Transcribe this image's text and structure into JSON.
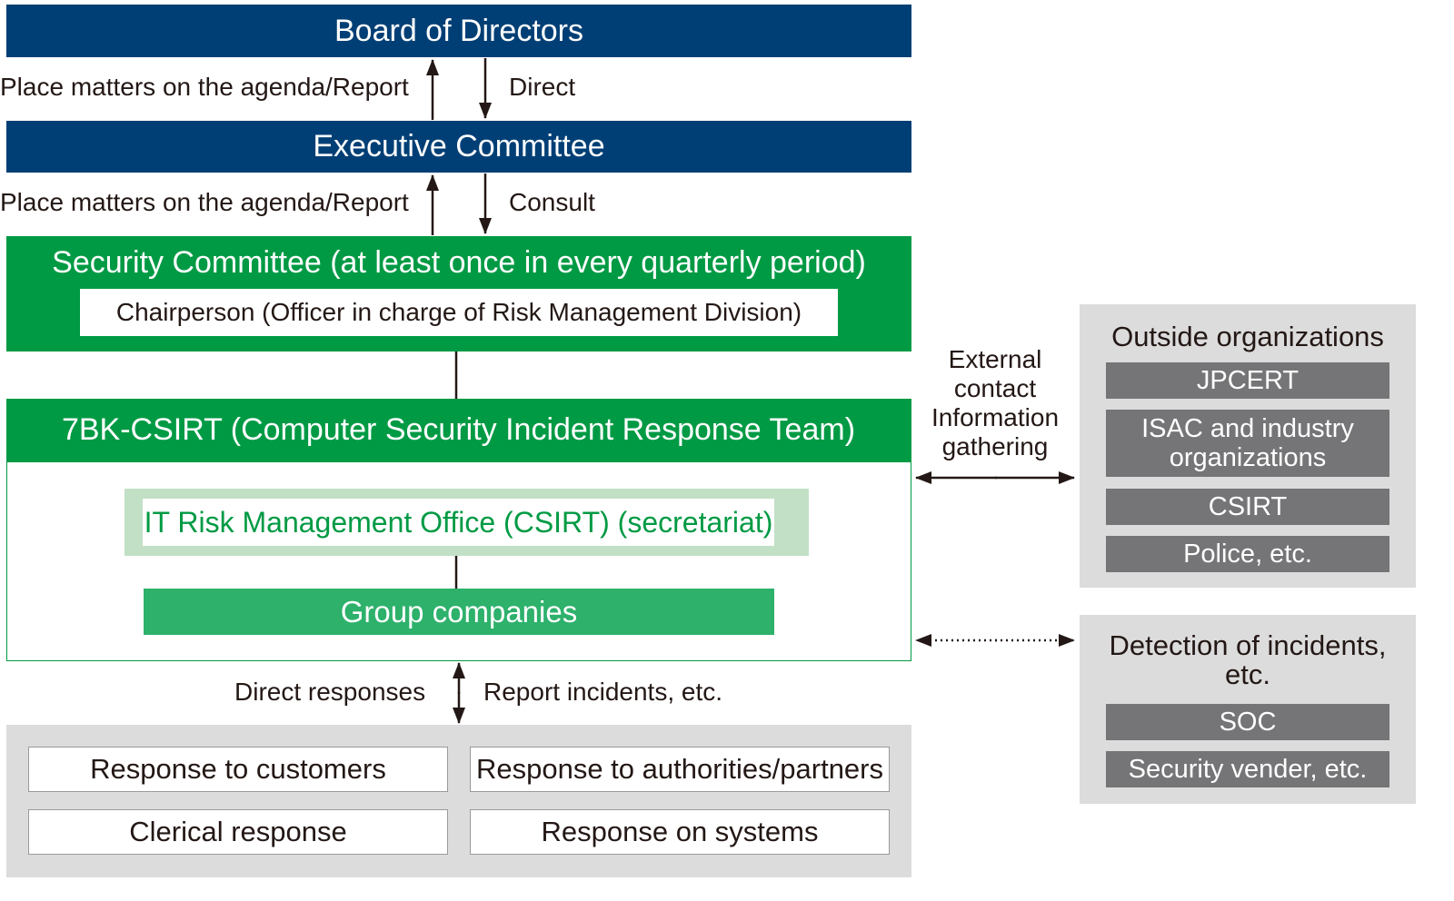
{
  "board": "Board of Directors",
  "board_up_label": "Place matters on the agenda/Report",
  "board_down_label": "Direct",
  "exec": "Executive Committee",
  "exec_up_label": "Place matters on the agenda/Report",
  "exec_down_label": "Consult",
  "security_committee": {
    "title": "Security Committee (at least once in every quarterly period)",
    "chair": "Chairperson (Officer in charge of Risk Management Division)"
  },
  "csirt": {
    "title": "7BK-CSIRT (Computer Security Incident Response Team)",
    "office": "IT Risk Management Office (CSIRT) (secretariat)",
    "group": "Group companies"
  },
  "bottom_left_label": "Direct responses",
  "bottom_right_label": "Report incidents, etc.",
  "responses": [
    "Response to customers",
    "Response to authorities/partners",
    "Clerical response",
    "Response on systems"
  ],
  "external_lines": [
    "External",
    "contact",
    "Information",
    "gathering"
  ],
  "outside": {
    "title": "Outside organizations",
    "items": [
      "JPCERT",
      "ISAC and industry organizations",
      "CSIRT",
      "Police, etc."
    ]
  },
  "detection": {
    "title": "Detection of incidents, etc.",
    "items": [
      "SOC",
      "Security vender, etc."
    ]
  },
  "colors": {
    "navy": "#003f75",
    "green": "#009a44",
    "light_green": "#c2e0c6",
    "mid_green": "#2db16b",
    "gray_box": "#dcdcdc",
    "gray_item": "#757577"
  }
}
